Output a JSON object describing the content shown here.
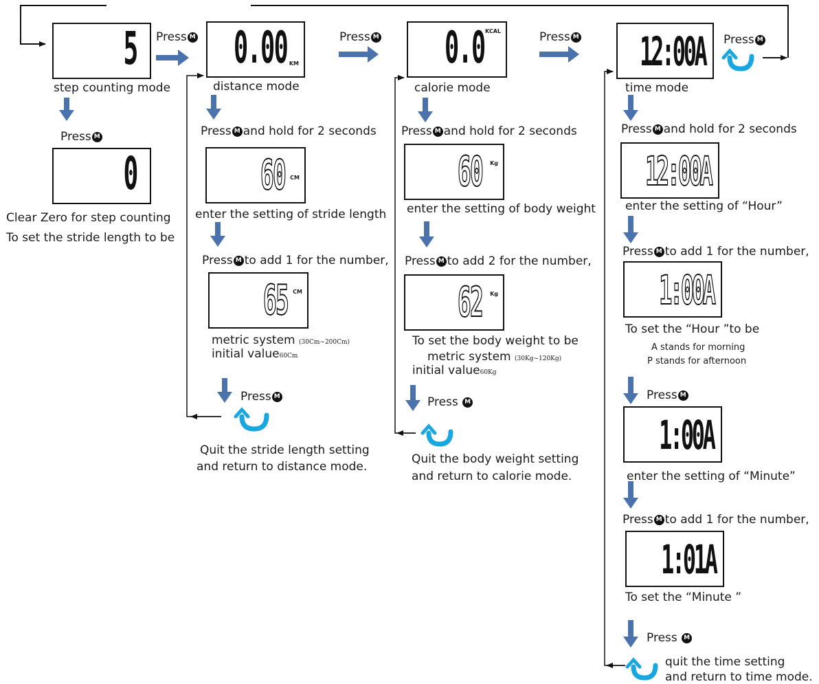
{
  "colors": {
    "arrow_blue": "#4a72ad",
    "cycle_cyan": "#18a7e0",
    "line": "#111111"
  },
  "icons": {
    "button": "mode-button-icon",
    "step_arrow": "down-arrow-icon",
    "next_arrow": "right-arrow-icon",
    "quit": "u-turn-arrow-icon"
  },
  "displays": {
    "step": {
      "value": "5"
    },
    "step_zero": {
      "value": "0"
    },
    "distance": {
      "value": "0.00",
      "unit": "KM"
    },
    "stride_1": {
      "value": "60",
      "unit": "CM"
    },
    "stride_2": {
      "value": "65",
      "unit": "CM"
    },
    "calorie": {
      "value": "0.0",
      "unit": "KCAL"
    },
    "weight_1": {
      "value": "60",
      "unit": "Kg"
    },
    "weight_2": {
      "value": "62",
      "unit": "Kg"
    },
    "time": {
      "value": "12:00A"
    },
    "hour_1": {
      "value": "12:00A"
    },
    "hour_2": {
      "value": "1:00A"
    },
    "minute_1": {
      "value": "1:00A"
    },
    "minute_2": {
      "value": "1:01A"
    }
  },
  "labels": {
    "press": "Press",
    "step_mode": "step counting mode",
    "clear_zero": "Clear Zero for step counting",
    "stride_to_be": "To set the stride length to be",
    "distance_mode": "distance mode",
    "hold_2s": "and hold  for 2 seconds",
    "stride_setting": "enter the setting of stride length",
    "add_1": "to add 1 for the number,",
    "metric_system": "metric system",
    "stride_range": "(30Cm~200Cm)",
    "initial_value": "initial value",
    "stride_initial": "60Cm",
    "quit_stride_1": "Quit the stride length setting",
    "quit_stride_2": "and return to distance mode.",
    "calorie_mode": "calorie mode",
    "weight_setting": "enter the setting of body weight",
    "add_2": "to add 2 for the number,",
    "weight_to_be": "To set the body weight to be",
    "weight_range": "(30Kg~120Kg)",
    "weight_initial": "60Kg",
    "quit_weight_1": "Quit the body weight setting",
    "quit_weight_2": "and return to calorie mode.",
    "time_mode": "time mode",
    "hour_setting": "enter the setting of “Hour”",
    "hour_to_be": "To set the “Hour ”to be",
    "a_morning": "A stands for morning",
    "p_afternoon": "P stands for afternoon",
    "minute_setting": "enter the setting of “Minute”",
    "minute_to_be": "To set the “Minute ”",
    "quit_time_1": "quit the time setting",
    "quit_time_2": "and return to time mode."
  },
  "button_glyph": "M"
}
